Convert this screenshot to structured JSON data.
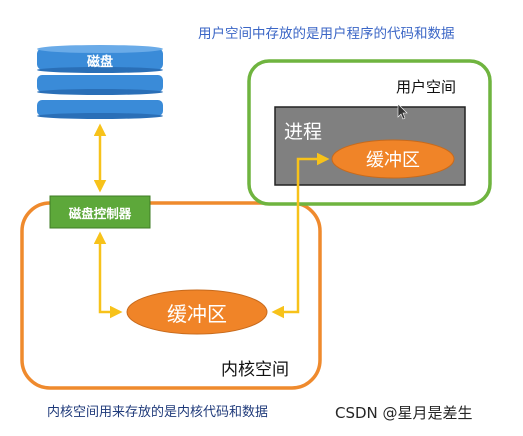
{
  "captions": {
    "top": "用户空间中存放的是用户程序的代码和数据",
    "bottom": "内核空间用来存放的是内核代码和数据",
    "watermark": "CSDN @星月是差生"
  },
  "user_space": {
    "label": "用户空间",
    "process_label": "进程",
    "buffer_label": "缓冲区"
  },
  "kernel_space": {
    "label": "内核空间",
    "buffer_label": "缓冲区"
  },
  "disk": {
    "label": "磁盘"
  },
  "disk_controller": {
    "label": "磁盘控制器"
  },
  "colors": {
    "user_space_border": "#6fb43f",
    "kernel_space_border": "#ef8a2d",
    "process_fill": "#808080",
    "buffer_fill": "#f08428",
    "disk_fill": "#3a8bd8",
    "controller_fill": "#5da83a",
    "arrow": "#f7c21a"
  }
}
